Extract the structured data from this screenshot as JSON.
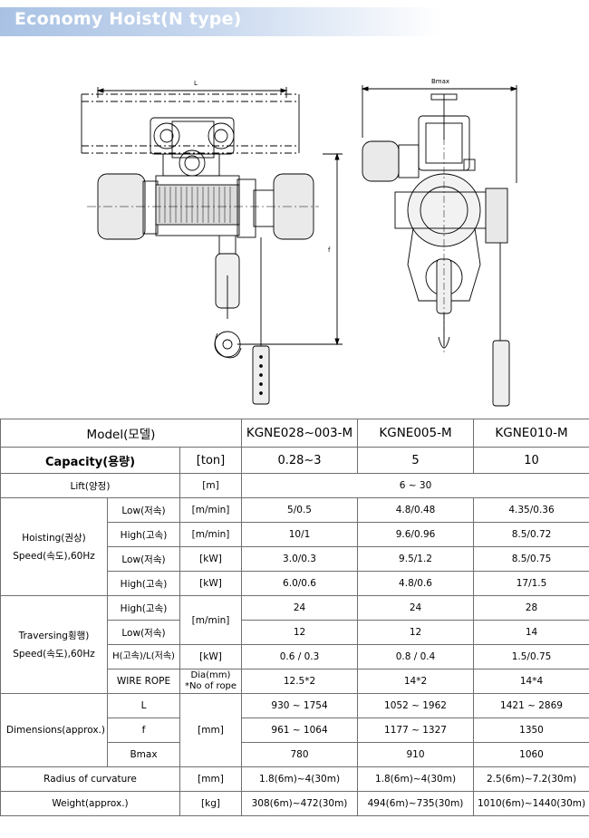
{
  "title": "Economy Hoist(N type)",
  "drawing": {
    "label_l": "L",
    "label_bmax": "Bmax",
    "label_f": "f"
  },
  "table": {
    "header": {
      "model_label": "Model(모델)",
      "models": [
        "KGNE028~003-M",
        "KGNE005-M",
        "KGNE010-M"
      ]
    },
    "capacity": {
      "label": "Capacity(용량)",
      "unit": "[ton]",
      "values": [
        "0.28~3",
        "5",
        "10"
      ]
    },
    "lift": {
      "label": "Lift(양정)",
      "unit": "[m]",
      "value": "6 ~ 30"
    },
    "hoisting": {
      "group_label": "Hoisting(권상) Speed(속도),60Hz",
      "rows": [
        {
          "label": "Low(저속)",
          "unit": "[m/min]",
          "values": [
            "5/0.5",
            "4.8/0.48",
            "4.35/0.36"
          ]
        },
        {
          "label": "High(고속)",
          "unit": "[m/min]",
          "values": [
            "10/1",
            "9.6/0.96",
            "8.5/0.72"
          ]
        },
        {
          "label": "Low(저속)",
          "unit": "[kW]",
          "values": [
            "3.0/0.3",
            "9.5/1.2",
            "8.5/0.75"
          ]
        },
        {
          "label": "High(고속)",
          "unit": "[kW]",
          "values": [
            "6.0/0.6",
            "4.8/0.6",
            "17/1.5"
          ]
        }
      ]
    },
    "traversing": {
      "group_label": "Traversing횡행) Speed(속도),60Hz",
      "speed_unit": "[m/min]",
      "rows": [
        {
          "label": "High(고속)",
          "values": [
            "24",
            "24",
            "28"
          ]
        },
        {
          "label": "Low(저속)",
          "values": [
            "12",
            "12",
            "14"
          ]
        },
        {
          "label": "H(고속)/L(저속)",
          "unit": "[kW]",
          "values": [
            "0.6 / 0.3",
            "0.8 / 0.4",
            "1.5/0.75"
          ]
        },
        {
          "label": "WIRE ROPE",
          "unit": "Dia(mm) *No of rope",
          "values": [
            "12.5*2",
            "14*2",
            "14*4"
          ]
        }
      ]
    },
    "dimensions": {
      "group_label": "Dimensions(approx.)",
      "unit": "[mm]",
      "rows": [
        {
          "label": "L",
          "values": [
            "930 ~ 1754",
            "1052 ~ 1962",
            "1421 ~ 2869"
          ]
        },
        {
          "label": "f",
          "values": [
            "961 ~ 1064",
            "1177 ~ 1327",
            "1350"
          ]
        },
        {
          "label": "Bmax",
          "values": [
            "780",
            "910",
            "1060"
          ]
        }
      ]
    },
    "radius": {
      "label": "Radius of curvature",
      "unit": "[mm]",
      "values": [
        "1.8(6m)~4(30m)",
        "1.8(6m)~4(30m)",
        "2.5(6m)~7.2(30m)"
      ]
    },
    "weight": {
      "label": "Weight(approx.)",
      "unit": "[kg]",
      "values": [
        "308(6m)~472(30m)",
        "494(6m)~735(30m)",
        "1010(6m)~1440(30m)"
      ]
    }
  }
}
